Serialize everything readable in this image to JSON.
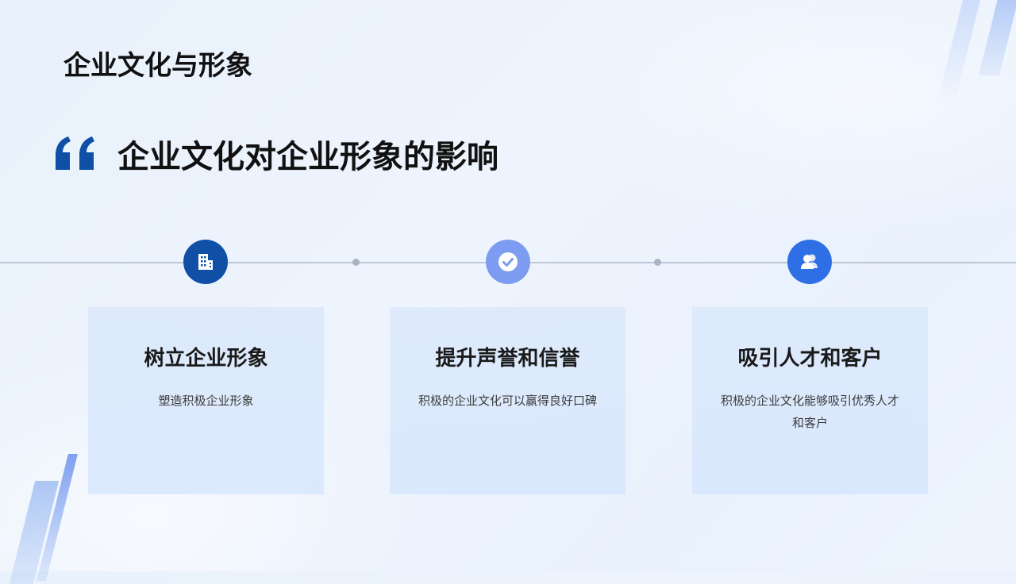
{
  "slide": {
    "title": "企业文化与形象",
    "subtitle": "企业文化对企业形象的影响"
  },
  "colors": {
    "accent_dark": "#0f4fa6",
    "accent_light": "#7b9cf0",
    "accent_mid": "#2f6fe6",
    "card_bg": "#dae8fc"
  },
  "steps": [
    {
      "icon": "building-icon",
      "title": "树立企业形象",
      "description": "塑造积极企业形象"
    },
    {
      "icon": "checkmark-icon",
      "title": "提升声誉和信誉",
      "description": "积极的企业文化可以赢得良好口碑"
    },
    {
      "icon": "users-icon",
      "title": "吸引人才和客户",
      "description": "积极的企业文化能够吸引优秀人才和客户"
    }
  ]
}
